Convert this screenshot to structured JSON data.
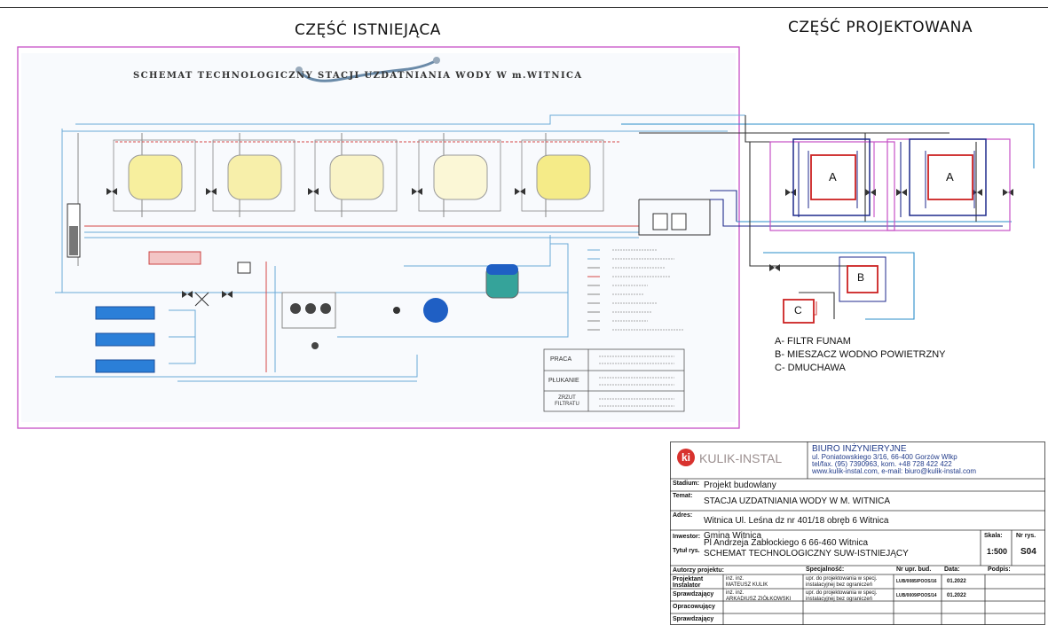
{
  "headers": {
    "left": "CZĘŚĆ ISTNIEJĄCA",
    "right": "CZĘŚĆ PROJEKTOWANA"
  },
  "scan": {
    "title": "SCHEMAT TECHNOLOGICZNY STACJI UZDATNIANIA WODY W m.WITNICA",
    "table_rows": [
      "PRACA",
      "PŁUKANIE",
      "ZRZUT FILTRATU"
    ]
  },
  "projected": {
    "filter_label": "A",
    "mixer_label": "B",
    "blower_label": "C",
    "legend": [
      "A- FILTR FUNAM",
      "B- MIESZACZ WODNO POWIETRZNY",
      "C- DMUCHAWA"
    ]
  },
  "title_block": {
    "company_logo_text": "KULIK-INSTAL",
    "office_name": "BIURO INŻYNIERYJNE",
    "office_address": "ul. Poniatowskiego 3/16, 66-400 Gorzów Wlkp",
    "office_phone": "tel/fax. (95) 7390963, kom. +48 728 422 422",
    "office_web": "www.kulik-instal.com, e-mail: biuro@kulik-instal.com",
    "stadium_label": "Stadium:",
    "stadium_value": "Projekt budowlany",
    "subject_label": "Temat:",
    "subject_value": "STACJA UZDATNIANIA WODY W M. WITNICA",
    "address_label": "Adres:",
    "address_value": "Witnica Ul. Leśna dz nr 401/18 obręb 6 Witnica",
    "investor_label": "Inwestor:",
    "investor_value_1": "Gmina Witnica",
    "investor_value_2": "Pl Andrzeja Zabłockiego 6 66-460 Witnica",
    "drawing_title_label": "Tytuł rys.",
    "drawing_title_value": "SCHEMAT TECHNOLOGICZNY SUW-ISTNIEJĄCY",
    "scale_label": "Skala:",
    "scale_value": "1:500",
    "drawing_no_label": "Nr rys.",
    "drawing_no_value": "S04",
    "col_authors": "Autorzy projektu:",
    "col_specialty": "Specjalność:",
    "col_license": "Nr upr. bud.",
    "col_date": "Data:",
    "col_signature": "Podpis:",
    "role_designer": "Projektant Instalator",
    "role_checker": "Sprawdzający",
    "role_drafter": "Opracowujący",
    "role_checker2": "Sprawdzający",
    "designer_name": "inż. inż.\nMATEUSZ KULIK",
    "checker_name": "inż. inż.\nARKADIUSZ ZIÓŁKOWSKI",
    "designer_spec": "upr. do projektowania w specj.\ninstalacyjnej bez ograniczeń",
    "checker_spec": "upr. do projektowania w specj.\ninstalacyjnej bez ograniczeń",
    "designer_license": "LUB/0085/POOS/16",
    "checker_license": "LUB/0009/POOS/14",
    "designer_date": "01.2022",
    "checker_date": "01.2022"
  }
}
